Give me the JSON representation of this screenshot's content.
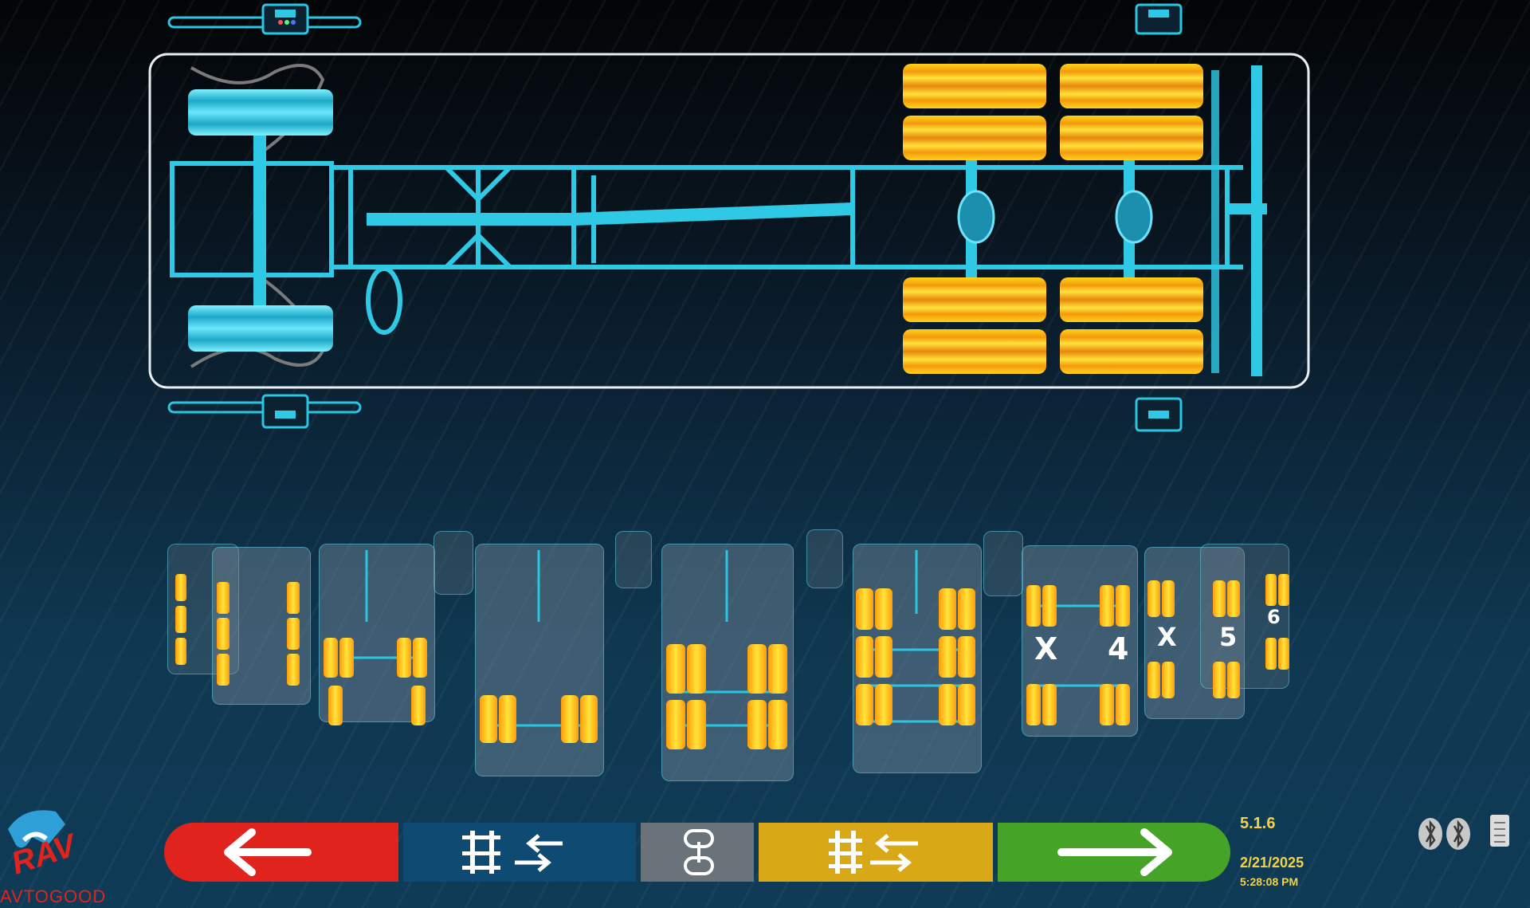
{
  "app": {
    "logo_text": "RAV",
    "logo_subtext": "AVTOGOOD"
  },
  "status": {
    "version": "5.1.6",
    "date": "2/21/2025",
    "time": "5:28:08 PM"
  },
  "toolbar": {
    "back": {
      "icon": "arrow-left-icon",
      "color": "#e0231d"
    },
    "axle_swap": {
      "icon": "axle-swap-icon",
      "color": "#0f4a72"
    },
    "link": {
      "icon": "chain-link-icon",
      "color": "#6a737a"
    },
    "axle_config": {
      "icon": "axle-config-icon",
      "color": "#d9a817"
    },
    "next": {
      "icon": "arrow-right-icon",
      "color": "#45a428"
    }
  },
  "config_labels": {
    "skip_a": "X",
    "axle_4": "4",
    "skip_b": "X",
    "axle_5": "5",
    "axle_6": "6"
  },
  "colors": {
    "chassis": "#2fc9e6",
    "wheel_selected": "#f5c518",
    "accent_yellow": "#f2d24a"
  }
}
